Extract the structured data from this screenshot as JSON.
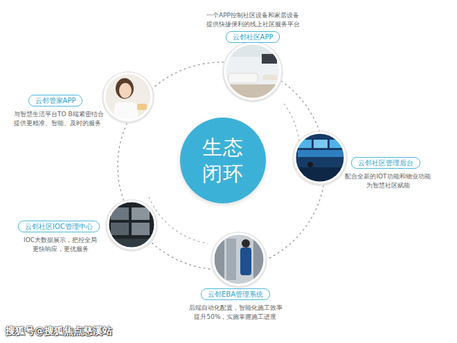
{
  "diagram": {
    "nodes": [
      {
        "text": [
          "云邻社区APP",
          "一个APP控制社区设备和家居设备 提供快捷便利的线上社区服务平台"
        ]
      },
      {
        "text": [
          "云邻管家APP",
          "与智慧生活平台TO B端紧密结合 提供更精准、智能、及时的服务"
        ]
      },
      {
        "text": [
          "生态 闭环"
        ]
      },
      {
        "text": [
          "云邻社区管理后台",
          "配合全新的IOT功能和物业功能 为智慧社区赋能"
        ]
      },
      {
        "text": [
          "云邻社区IOC管理中心",
          "IOC大数据展示，把控全局 更快响应，更优服务"
        ]
      },
      {
        "text": [
          "云邻EBA管理系统",
          "后端自动化配置，智能化施工效率 提升50%，实施掌握施工进度"
        ]
      }
    ],
    "labels": [
      "搜狐号@搜狐焦点慈溪站"
    ]
  }
}
